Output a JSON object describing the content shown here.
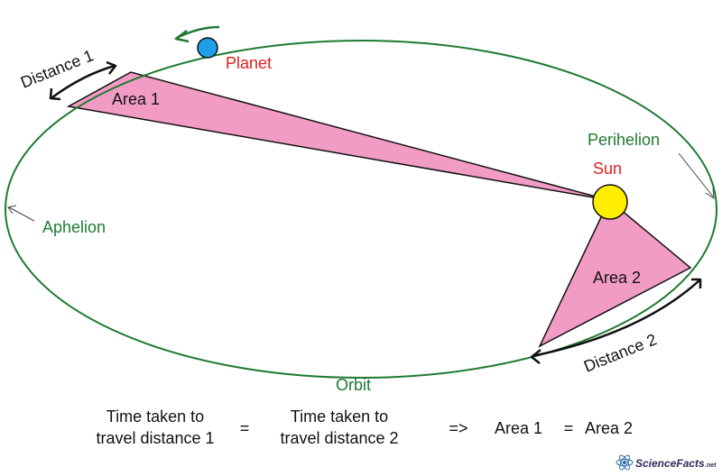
{
  "labels": {
    "planet": "Planet",
    "sun": "Sun",
    "perihelion": "Perihelion",
    "aphelion": "Aphelion",
    "orbit": "Orbit",
    "area1": "Area 1",
    "area2": "Area 2",
    "distance1": "Distance 1",
    "distance2": "Distance 2"
  },
  "equation": {
    "left_line1": "Time taken to",
    "left_line2": "travel distance 1",
    "equals1": "=",
    "right_line1": "Time taken to",
    "right_line2": "travel distance 2",
    "implies": "=>",
    "area_left": "Area 1",
    "equals2": "=",
    "area_right": "Area 2"
  },
  "watermark": {
    "brand": "ScienceFacts",
    "suffix": ".net"
  },
  "colors": {
    "orbit": "#1e7a32",
    "area_fill": "#f29bc4",
    "sun": "#ffee00",
    "planet": "#1ea0e6",
    "label_green": "#1e7a32",
    "label_red": "#e41d1d"
  }
}
